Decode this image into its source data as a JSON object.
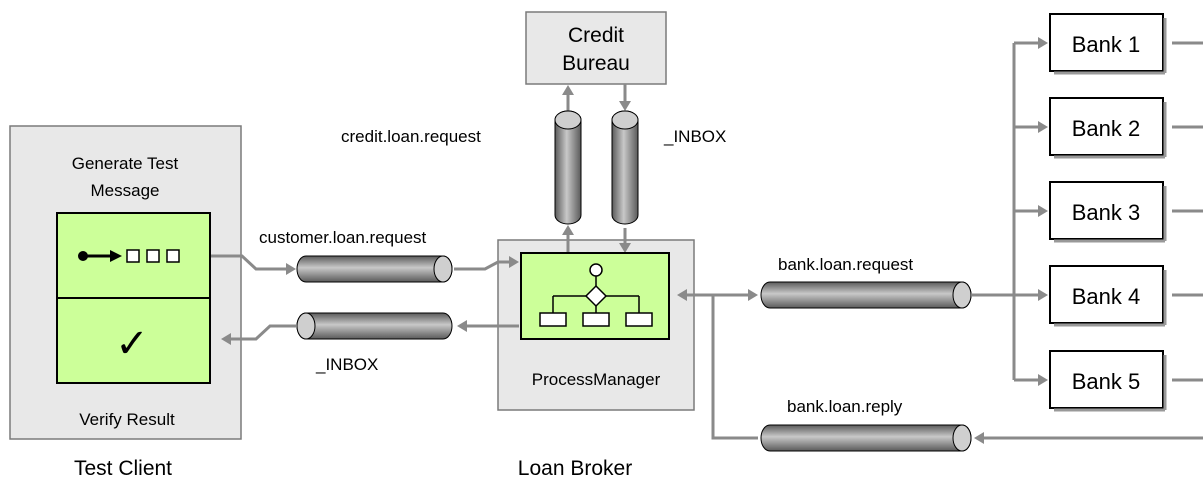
{
  "test_client": {
    "generate_label": [
      "Generate Test",
      "Message"
    ],
    "verify_label": "Verify Result",
    "caption": "Test Client",
    "check_glyph": "✓"
  },
  "loan_broker": {
    "process_label": "ProcessManager",
    "caption": "Loan Broker"
  },
  "credit_bureau": {
    "label": [
      "Credit",
      "Bureau"
    ]
  },
  "channels": {
    "customer_request": "customer.loan.request",
    "client_inbox": "_INBOX",
    "credit_request": "credit.loan.request",
    "credit_inbox": "_INBOX",
    "bank_request": "bank.loan.request",
    "bank_reply": "bank.loan.reply"
  },
  "banks": [
    "Bank 1",
    "Bank 2",
    "Bank 3",
    "Bank 4",
    "Bank 5"
  ],
  "colors": {
    "component_fill": "#ccff99",
    "container_fill": "#e8e8e8",
    "wire": "#8a8a8a",
    "channel_gradient": [
      "#5a5a5a",
      "#c8c8c8",
      "#5a5a5a"
    ]
  }
}
